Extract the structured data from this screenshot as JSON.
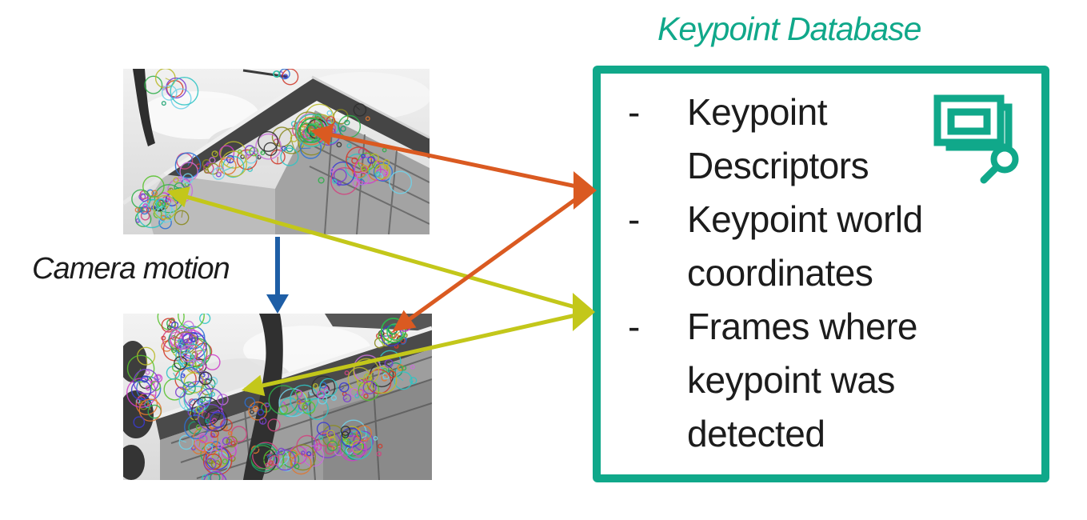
{
  "slide": {
    "title": "Keypoint Database",
    "camera_motion_label": "Camera motion"
  },
  "database_box": {
    "bullet_char": "-",
    "items": [
      {
        "lines": [
          "Keypoint",
          "Descriptors"
        ]
      },
      {
        "lines": [
          "Keypoint world",
          "coordinates"
        ]
      },
      {
        "lines": [
          "Frames where",
          "keypoint was",
          "detected"
        ]
      }
    ],
    "icon": "frames-search-icon"
  },
  "colors": {
    "teal": "#10A88A",
    "orange": "#DA5A21",
    "yellow": "#C3C71A",
    "blue": "#1E5EA6",
    "text": "#1C1C1C"
  },
  "keypoint_viz": {
    "palette": [
      "#d03a2b",
      "#2fae4a",
      "#7a3fd1",
      "#cf3ec9",
      "#2b6fd4",
      "#2fc4c4",
      "#b9b92a",
      "#e0762f",
      "#d1437f",
      "#58c12e",
      "#8a8a1f",
      "#3a3ad1",
      "#18a06e",
      "#c76fd8",
      "#2f2f2f",
      "#6fd1e8"
    ]
  }
}
